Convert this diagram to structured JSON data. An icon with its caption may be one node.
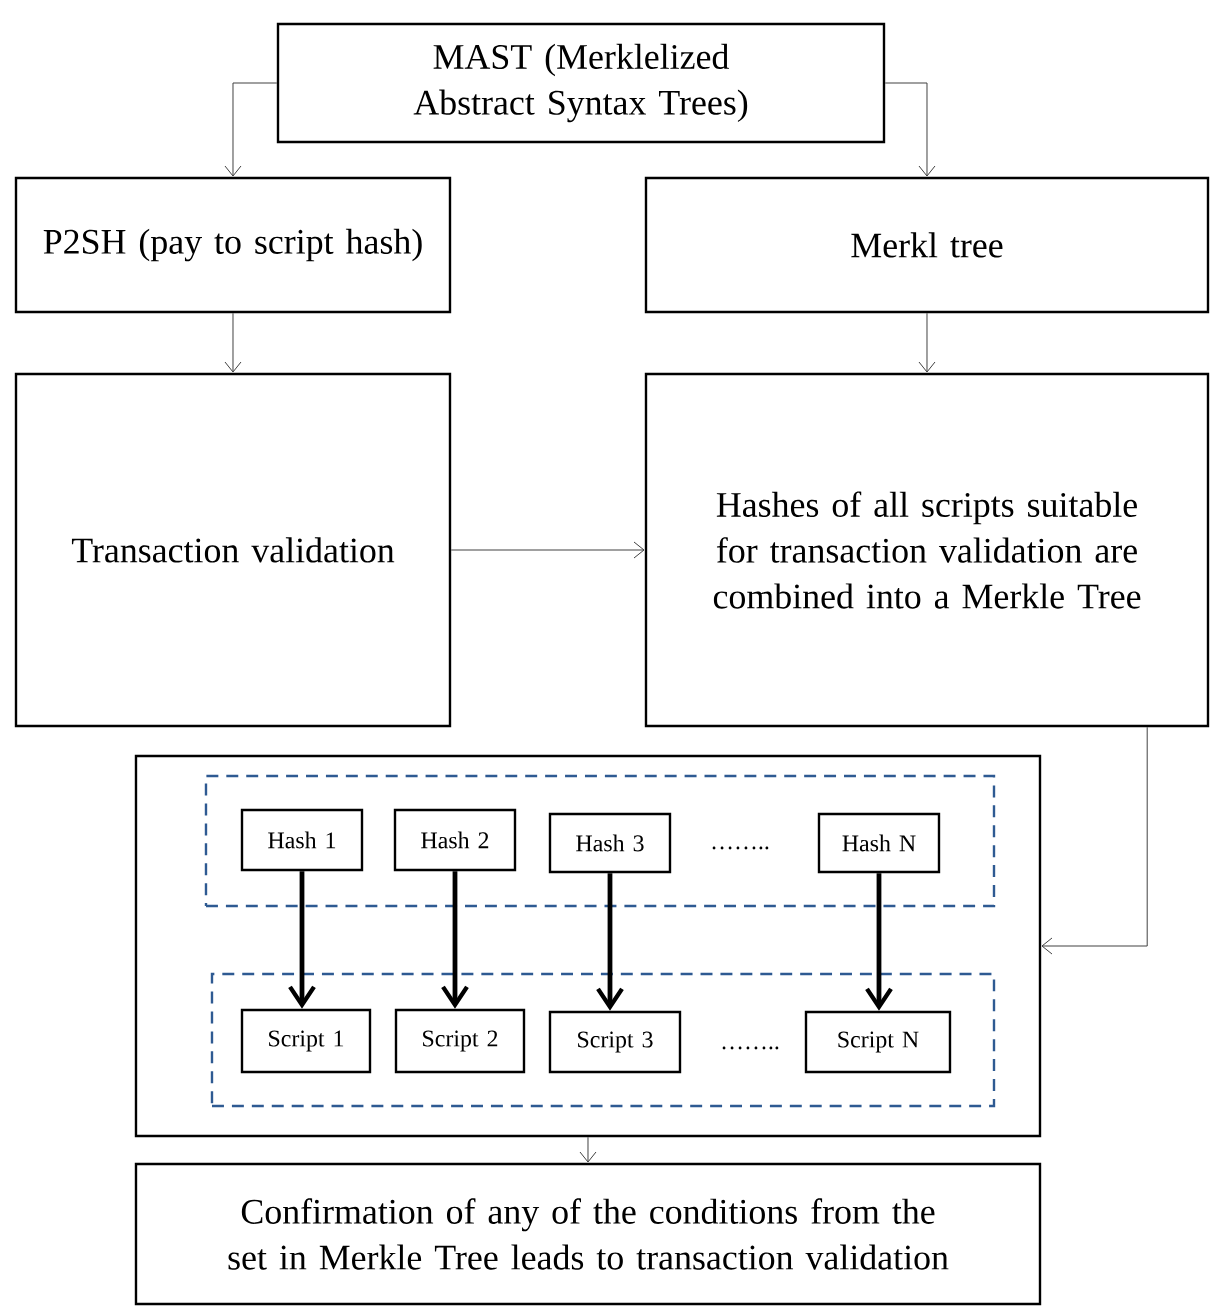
{
  "diagram": {
    "nodes": [
      {
        "text": [
          "MAST (Merklelized Abstract Syntax Trees)"
        ]
      },
      {
        "text": [
          "P2SH (pay to script hash)"
        ]
      },
      {
        "text": [
          "Merkl tree"
        ]
      },
      {
        "text": [
          "Transaction validation"
        ]
      },
      {
        "text": [
          "Hashes of all scripts suitable for transaction validation are combined into a Merkle Tree"
        ]
      },
      {
        "text": [],
        "shape": "box"
      },
      {
        "text": [],
        "shape": "box",
        "in": 5
      },
      {
        "text": [],
        "shape": "box",
        "in": 5
      },
      {
        "text": [
          "Hash 1"
        ],
        "in": 6
      },
      {
        "text": [
          "Hash 2"
        ],
        "in": 6
      },
      {
        "text": [
          "Hash 3"
        ],
        "in": 6
      },
      {
        "text": [
          "Hash N"
        ],
        "in": 6
      },
      {
        "text": [
          "Script 1"
        ],
        "in": 7
      },
      {
        "text": [
          "Script 2"
        ],
        "in": 7
      },
      {
        "text": [
          "Script 3"
        ],
        "in": 7
      },
      {
        "text": [
          "Script N"
        ],
        "in": 7
      },
      {
        "text": [
          "Confirmation of any of the conditions from the set in Merkle Tree leads to transaction validation"
        ]
      }
    ],
    "edges": [
      {
        "from": 0,
        "to": 1,
        "arrow": "to"
      },
      {
        "from": 0,
        "to": 2,
        "arrow": "to"
      },
      {
        "from": 1,
        "to": 3,
        "arrow": "to"
      },
      {
        "from": 2,
        "to": 4,
        "arrow": "to"
      },
      {
        "from": 3,
        "to": 4,
        "arrow": "to"
      },
      {
        "from": 4,
        "to": 5,
        "arrow": "to"
      },
      {
        "from": 8,
        "to": 12,
        "arrow": "to",
        "style": "thick"
      },
      {
        "from": 9,
        "to": 13,
        "arrow": "to",
        "style": "thick"
      },
      {
        "from": 10,
        "to": 14,
        "arrow": "to",
        "style": "thick"
      },
      {
        "from": 11,
        "to": 15,
        "arrow": "to",
        "style": "thick"
      },
      {
        "from": 5,
        "to": 16,
        "arrow": "to"
      }
    ],
    "labels": [
      "……..",
      "…….."
    ]
  }
}
